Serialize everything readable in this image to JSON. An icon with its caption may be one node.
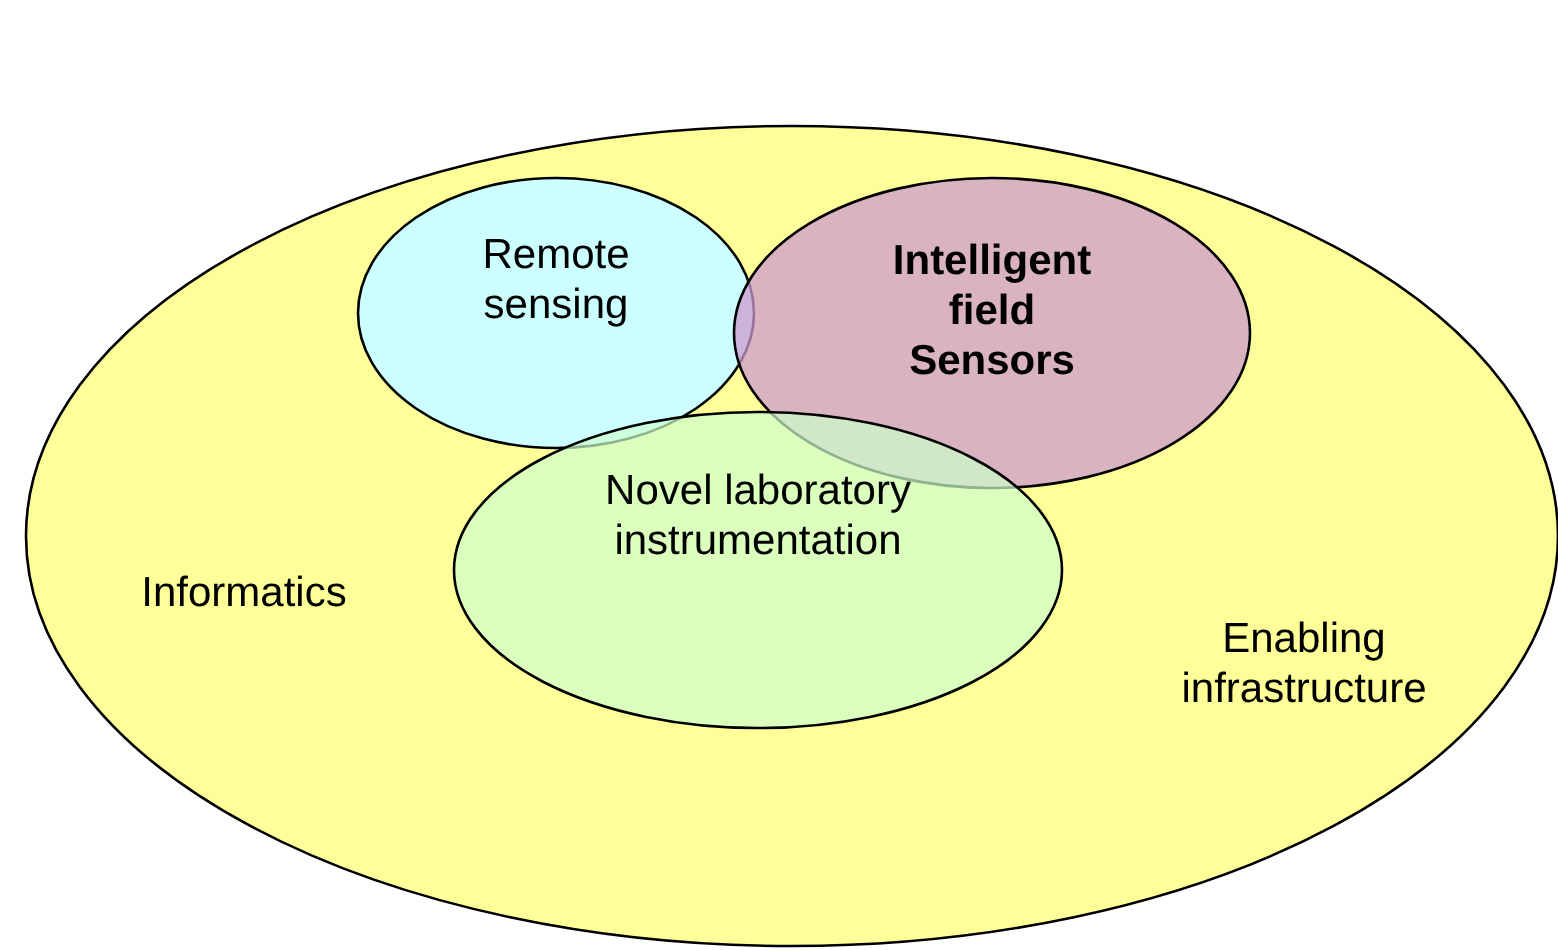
{
  "diagram": {
    "nodes": [
      {
        "text": [
          "Informatics",
          "Enabling infrastructure"
        ]
      },
      {
        "text": [
          "Remote sensing"
        ],
        "in": 0
      },
      {
        "text": [
          "Intelligent field Sensors"
        ],
        "in": 0
      },
      {
        "text": [
          "Novel laboratory instrumentation"
        ],
        "in": 0
      }
    ]
  }
}
